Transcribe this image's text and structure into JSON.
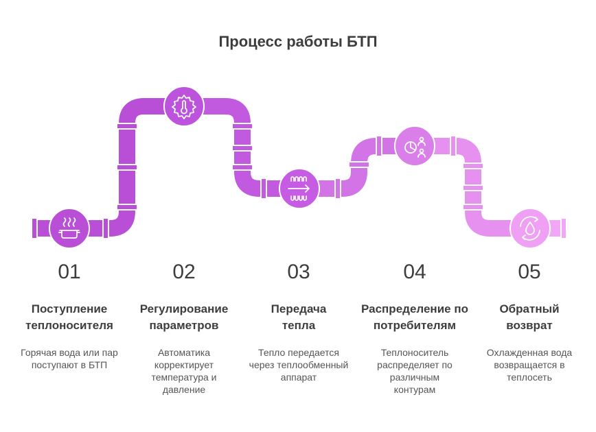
{
  "title": "Процесс работы БТП",
  "colors": {
    "step1": "#b84fd6",
    "step2": "#bd52dc",
    "step3": "#c65ce3",
    "step4": "#da7ee9",
    "step5": "#ef9ff4",
    "text": "#3d3d3d",
    "desc": "#555555"
  },
  "steps": [
    {
      "num": "01",
      "title": "Поступление теплоносителя",
      "desc": "Горячая вода или пар поступают в БТП",
      "icon": "boiling-water-icon"
    },
    {
      "num": "02",
      "title": "Регулирование параметров",
      "desc": "Автоматика корректирует температура и давление",
      "icon": "thermometer-gear-icon"
    },
    {
      "num": "03",
      "title": "Передача тепла",
      "desc": "Тепло передается через теплообменный аппарат",
      "icon": "heat-exchanger-icon"
    },
    {
      "num": "04",
      "title": "Распределение по потребителям",
      "desc": "Теплоноситель распределяет по различным контурам",
      "icon": "distribution-users-icon"
    },
    {
      "num": "05",
      "title": "Обратный возврат",
      "desc": "Охлажденная вода возвращается в теплосеть",
      "icon": "water-cycle-icon"
    }
  ]
}
